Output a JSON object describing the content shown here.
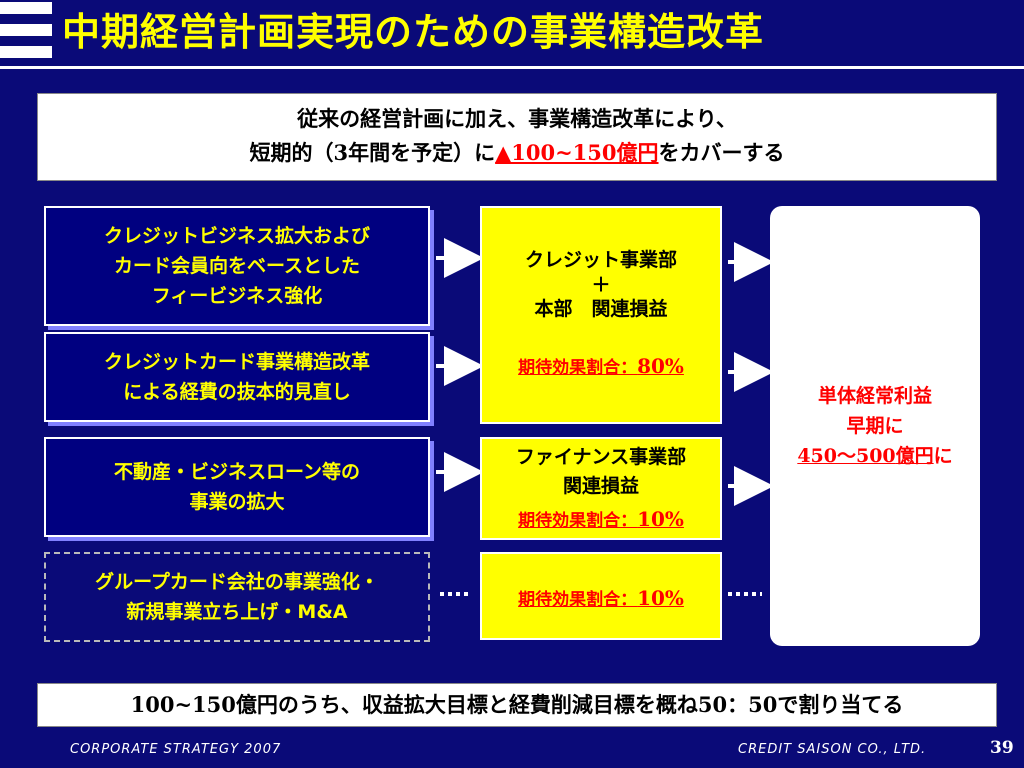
{
  "header": {
    "title": "中期経営計画実現のための事業構造改革"
  },
  "intro": {
    "line1": "従来の経営計画に加え、事業構造改革により、",
    "line2_prefix": "短期的（",
    "line2_num": "3",
    "line2_mid": "年間を予定）に",
    "highlight": "▲100~150億円",
    "line2_suffix": "をカバーする"
  },
  "left_boxes": [
    {
      "lines": [
        "クレジットビジネス拡大および",
        "カード会員向をベースとした",
        "フィービジネス強化"
      ]
    },
    {
      "lines": [
        "クレジットカード事業構造改革",
        "による経費の抜本的見直し"
      ]
    },
    {
      "lines": [
        "不動産・ビジネスローン等の",
        "事業の拡大"
      ]
    },
    {
      "lines": [
        "グループカード会社の事業強化・",
        "新規事業立ち上げ・M&A"
      ]
    }
  ],
  "mid_boxes": [
    {
      "line1": "クレジット事業部",
      "line2": "＋",
      "line3": "本部　関連損益",
      "effect_label": "期待効果割合：",
      "effect_value": "80%"
    },
    {
      "line1": "ファイナンス事業部",
      "line2": "関連損益",
      "effect_label": "期待効果割合：",
      "effect_value": "10%"
    },
    {
      "effect_label": "期待効果割合：",
      "effect_value": "10%"
    }
  ],
  "result": {
    "line1": "単体経常利益",
    "line2": "早期に",
    "line3_value": "450～500",
    "line3_unit": "億円",
    "line3_suffix": "に"
  },
  "summary": {
    "num": "100~150",
    "text1": "億円のうち、収益拡大目標と経費削減目標を概ね",
    "ratio": "50：50",
    "text2": "で割り当てる"
  },
  "footer": {
    "left": "CORPORATE  STRATEGY  2007",
    "right": "CREDIT  SAISON  CO.,  LTD.",
    "page": "39"
  },
  "colors": {
    "background": "#0a0a78",
    "accent_yellow": "#ffff00",
    "accent_red": "#ff0000"
  }
}
